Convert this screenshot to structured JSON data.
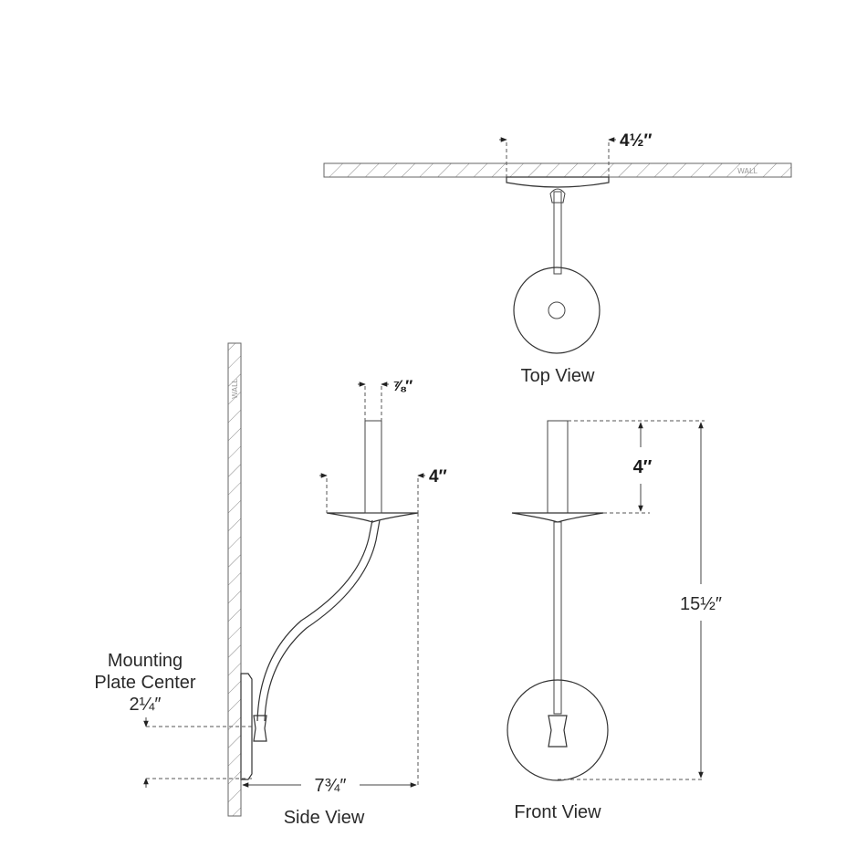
{
  "views": {
    "top": "Top View",
    "side": "Side View",
    "front": "Front View"
  },
  "wall_label": "WALL",
  "dimensions": {
    "plate_width": "4½″",
    "stem_width": "⅞″",
    "shade_width": "4″",
    "stem_height": "4″",
    "overall_height": "15½″",
    "extension": "7¾″",
    "plate_center_label_line1": "Mounting",
    "plate_center_label_line2": "Plate Center",
    "plate_center_value": "2¼″"
  }
}
